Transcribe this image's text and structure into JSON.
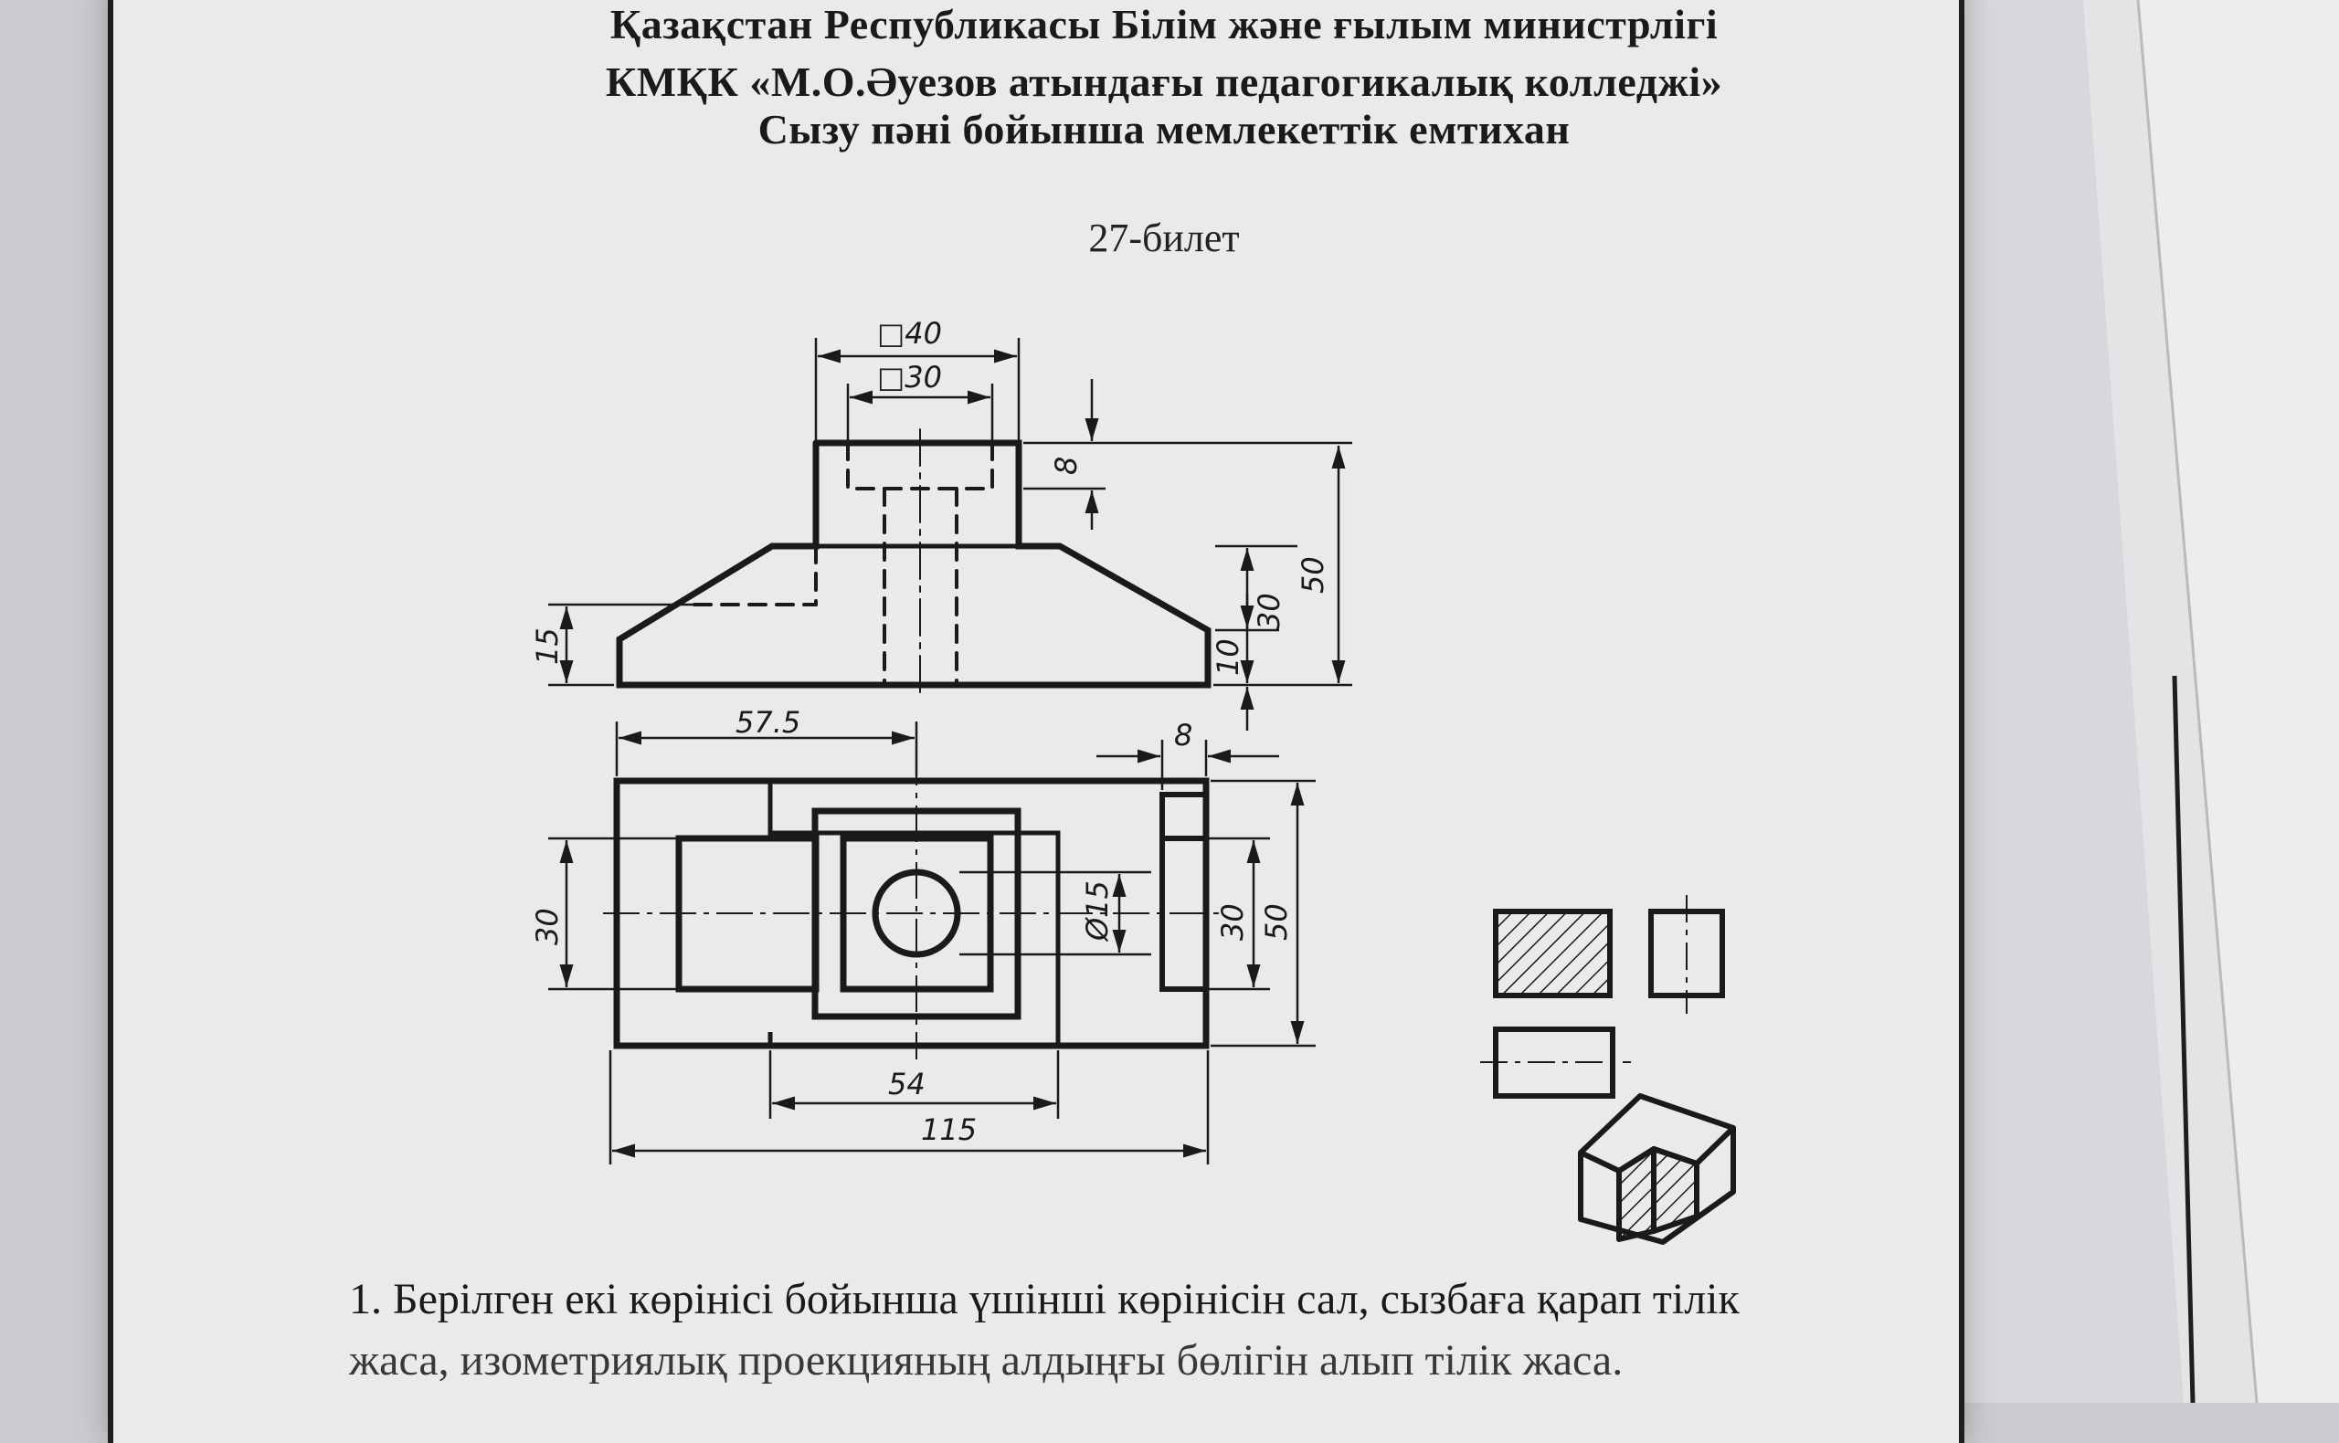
{
  "header": {
    "ministry": "Қазақстан Республикасы Білім және ғылым министрлігі",
    "college": "КМҚК «М.О.Әуезов атындағы педагогикалық колледжі»",
    "exam": "Сызу пәні бойынша мемлекеттік емтихан"
  },
  "ticket": "27-билет",
  "dimensions": {
    "sq40": "□40",
    "sq30": "□30",
    "d8_top": "8",
    "d50_front": "50",
    "d30_front": "30",
    "d10": "10",
    "d15": "15",
    "d57_5": "57.5",
    "d8_slot": "8",
    "d30_plan_left": "30",
    "phi15": "Ø15",
    "d30_plan_right": "30",
    "d50_plan": "50",
    "d54": "54",
    "d115": "115"
  },
  "task": {
    "line1": "1. Берілген  екі көрінісі бойынша үшінші көрінісін сал, сызбаға қарап тілік",
    "line2": "жаса, изометриялық проекцияның алдыңғы бөлігін алып тілік жаса."
  }
}
